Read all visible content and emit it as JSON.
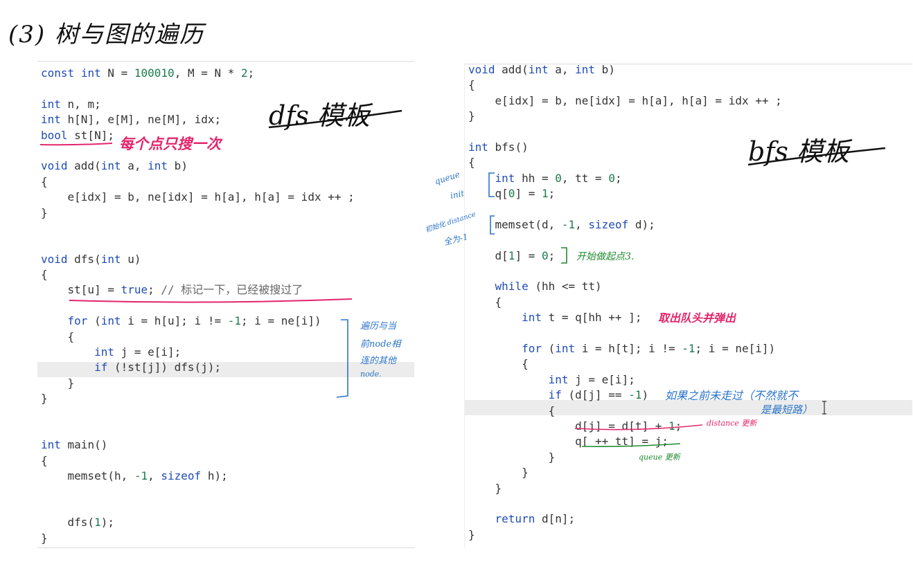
{
  "title": "(3) 树与图的遍历",
  "left_code": [
    "const int N = 100010, M = N * 2;",
    "",
    "int n, m;",
    "int h[N], e[M], ne[M], idx;",
    "bool st[N];",
    "",
    "void add(int a, int b)",
    "{",
    "    e[idx] = b, ne[idx] = h[a], h[a] = idx ++ ;",
    "}",
    "",
    "",
    "void dfs(int u)",
    "{",
    "    st[u] = true; // 标记一下，已经被搜过了",
    "",
    "    for (int i = h[u]; i != -1; i = ne[i])",
    "    {",
    "        int j = e[i];",
    "        if (!st[j]) dfs(j);",
    "    }",
    "}",
    "",
    "",
    "int main()",
    "{",
    "    memset(h, -1, sizeof h);",
    "",
    "",
    "    dfs(1);",
    "}"
  ],
  "right_code": [
    "void add(int a, int b)",
    "{",
    "    e[idx] = b, ne[idx] = h[a], h[a] = idx ++ ;",
    "}",
    "",
    "int bfs()",
    "{",
    "    int hh = 0, tt = 0;",
    "    q[0] = 1;",
    "",
    "    memset(d, -1, sizeof d);",
    "",
    "    d[1] = 0;",
    "",
    "    while (hh <= tt)",
    "    {",
    "        int t = q[hh ++ ];",
    "",
    "        for (int i = h[t]; i != -1; i = ne[i])",
    "        {",
    "            int j = e[i];",
    "            if (d[j] == -1)",
    "            {",
    "                d[j] = d[t] + 1;",
    "                q[ ++ tt] = j;",
    "            }",
    "        }",
    "    }",
    "",
    "    return d[n];",
    "}"
  ],
  "annotations": {
    "dfs_template": "dfs 模板",
    "bfs_template": "bfs 模板",
    "each_point_once": "每个点只搜一次",
    "traverse_note_1": "遍历与当",
    "traverse_note_2": "前node相",
    "traverse_note_3": "连的其他",
    "traverse_note_4": "node.",
    "queue": "queue",
    "init": "init",
    "distance_init_1": "初始化 distance",
    "distance_init_2": "全为-1",
    "start_point": "开始做起点3.",
    "pop_queue": "取出队头并弹出",
    "not_visited_1": "如果之前未走过（不然就不",
    "not_visited_2": "是最短路）",
    "distance_update": "distance 更新",
    "queue_update": "queue 更新"
  },
  "colors": {
    "keyword": "#1f4bb8",
    "number": "#1b7a4a",
    "pink": "#e3256b",
    "green": "#1f8a2e",
    "blue": "#2a74c9"
  }
}
